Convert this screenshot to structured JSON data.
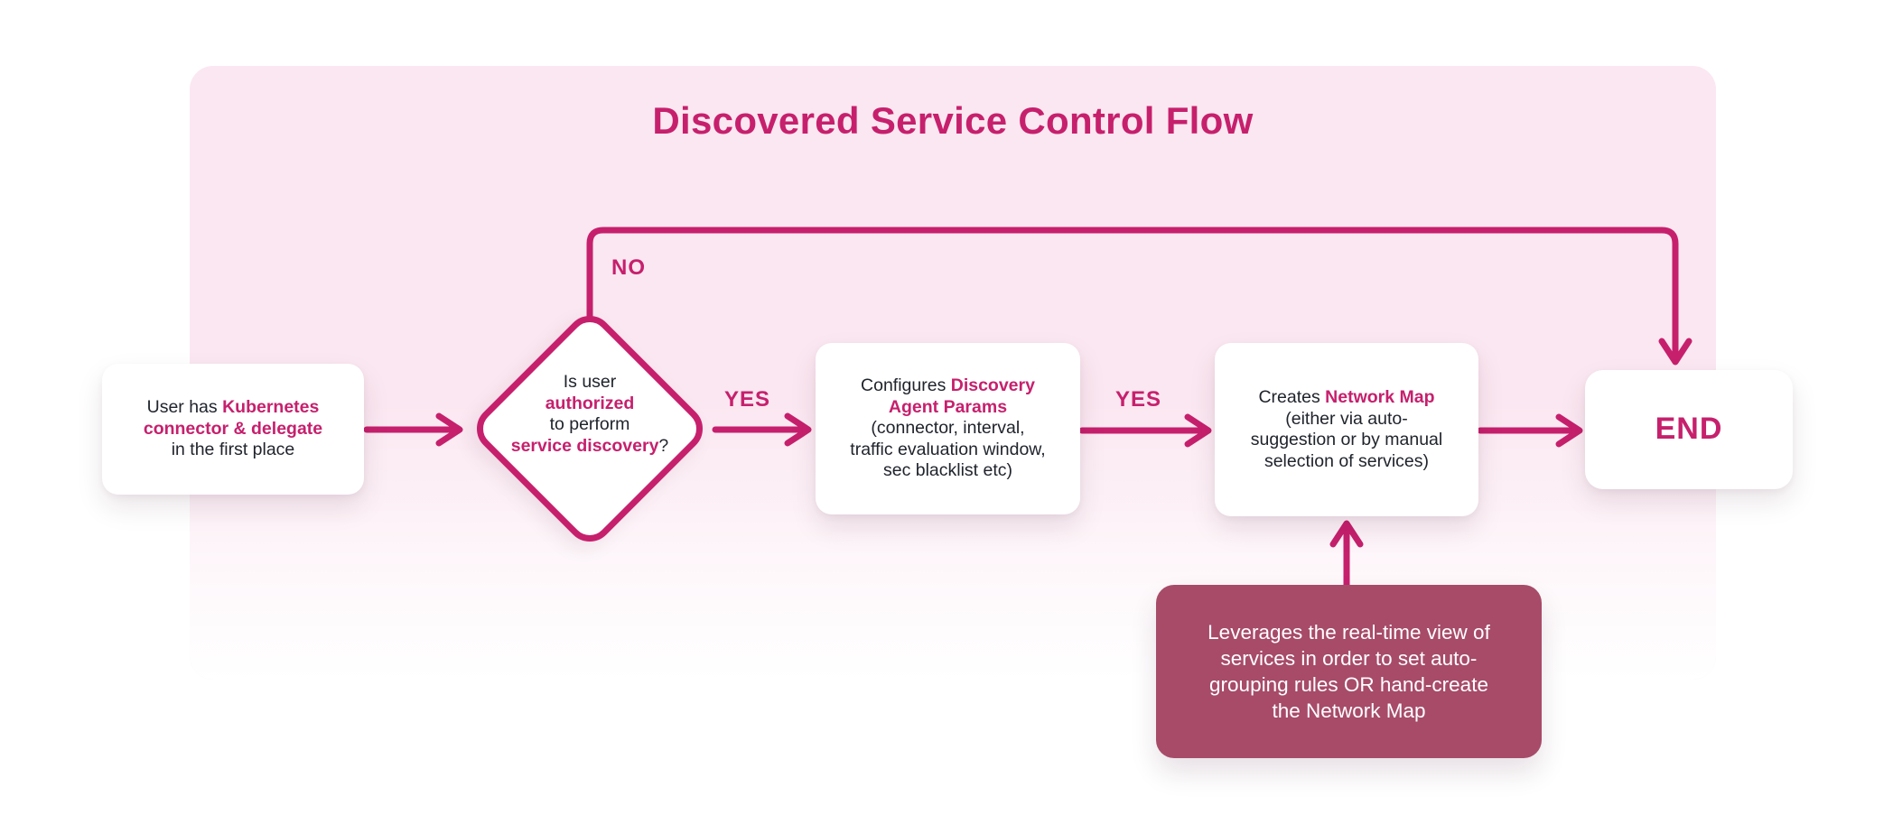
{
  "title": "Discovered Service Control Flow",
  "colors": {
    "accent": "#c6206d",
    "panel": "#fbe7f1",
    "note_bg": "#a74b69",
    "text": "#20242c"
  },
  "nodes": {
    "start": {
      "lines": [
        [
          "User has ",
          "Kubernetes"
        ],
        [
          "connector & delegate"
        ],
        [
          "in the first place"
        ]
      ]
    },
    "decision": {
      "lines": [
        [
          "Is user"
        ],
        [
          "authorized"
        ],
        [
          "to perform"
        ],
        [
          "service discovery",
          "?"
        ]
      ]
    },
    "configure": {
      "lines": [
        [
          "Configures ",
          "Discovery"
        ],
        [
          "Agent Params"
        ],
        [
          "(connector, interval,"
        ],
        [
          "traffic evaluation window,"
        ],
        [
          "sec blacklist etc)"
        ]
      ]
    },
    "create_map": {
      "lines": [
        [
          "Creates ",
          "Network Map"
        ],
        [
          "(either via auto-"
        ],
        [
          "suggestion or by manual"
        ],
        [
          "selection of services)"
        ]
      ]
    },
    "end": {
      "label": "END"
    },
    "note": {
      "lines": [
        [
          "Leverages the real-time view of"
        ],
        [
          "services in order to set auto-"
        ],
        [
          "grouping rules OR hand-create"
        ],
        [
          "the Network Map"
        ]
      ]
    }
  },
  "edge_labels": {
    "no": "NO",
    "yes_1": "YES",
    "yes_2": "YES"
  }
}
